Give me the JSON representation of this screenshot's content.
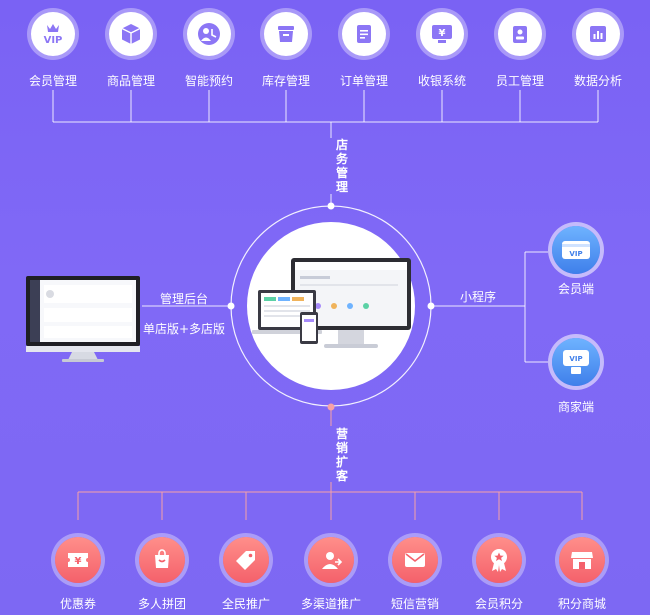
{
  "top_modules": [
    {
      "label": "会员管理",
      "icon": "vip-icon",
      "badge": "VIP"
    },
    {
      "label": "商品管理",
      "icon": "box-icon"
    },
    {
      "label": "智能预约",
      "icon": "appointment-icon"
    },
    {
      "label": "库存管理",
      "icon": "inventory-icon"
    },
    {
      "label": "订单管理",
      "icon": "order-icon"
    },
    {
      "label": "收银系统",
      "icon": "cashier-icon",
      "glyph": "¥"
    },
    {
      "label": "员工管理",
      "icon": "staff-icon"
    },
    {
      "label": "数据分析",
      "icon": "chart-icon"
    }
  ],
  "store_management_label": "店务管理",
  "marketing_label": "营销扩客",
  "backend": {
    "title": "管理后台",
    "edition": "单店版+多店版"
  },
  "miniprogram": {
    "title": "小程序"
  },
  "endpoints": [
    {
      "label": "会员端",
      "icon": "vip-card-icon",
      "badge": "VIP"
    },
    {
      "label": "商家端",
      "icon": "merchant-card-icon",
      "badge": "VIP"
    }
  ],
  "bottom_modules": [
    {
      "label": "优惠券",
      "icon": "coupon-icon",
      "glyph": "¥"
    },
    {
      "label": "多人拼团",
      "icon": "group-buy-icon"
    },
    {
      "label": "全民推广",
      "icon": "tag-icon"
    },
    {
      "label": "多渠道推广",
      "icon": "channel-icon"
    },
    {
      "label": "短信营销",
      "icon": "mail-icon"
    },
    {
      "label": "会员积分",
      "icon": "medal-icon"
    },
    {
      "label": "积分商城",
      "icon": "shop-icon"
    }
  ],
  "colors": {
    "top_line": "#ffffff",
    "bottom_line": "#f7a1a6",
    "bottom_icon": "#f4616b",
    "side_icon": "#3f7fea"
  }
}
